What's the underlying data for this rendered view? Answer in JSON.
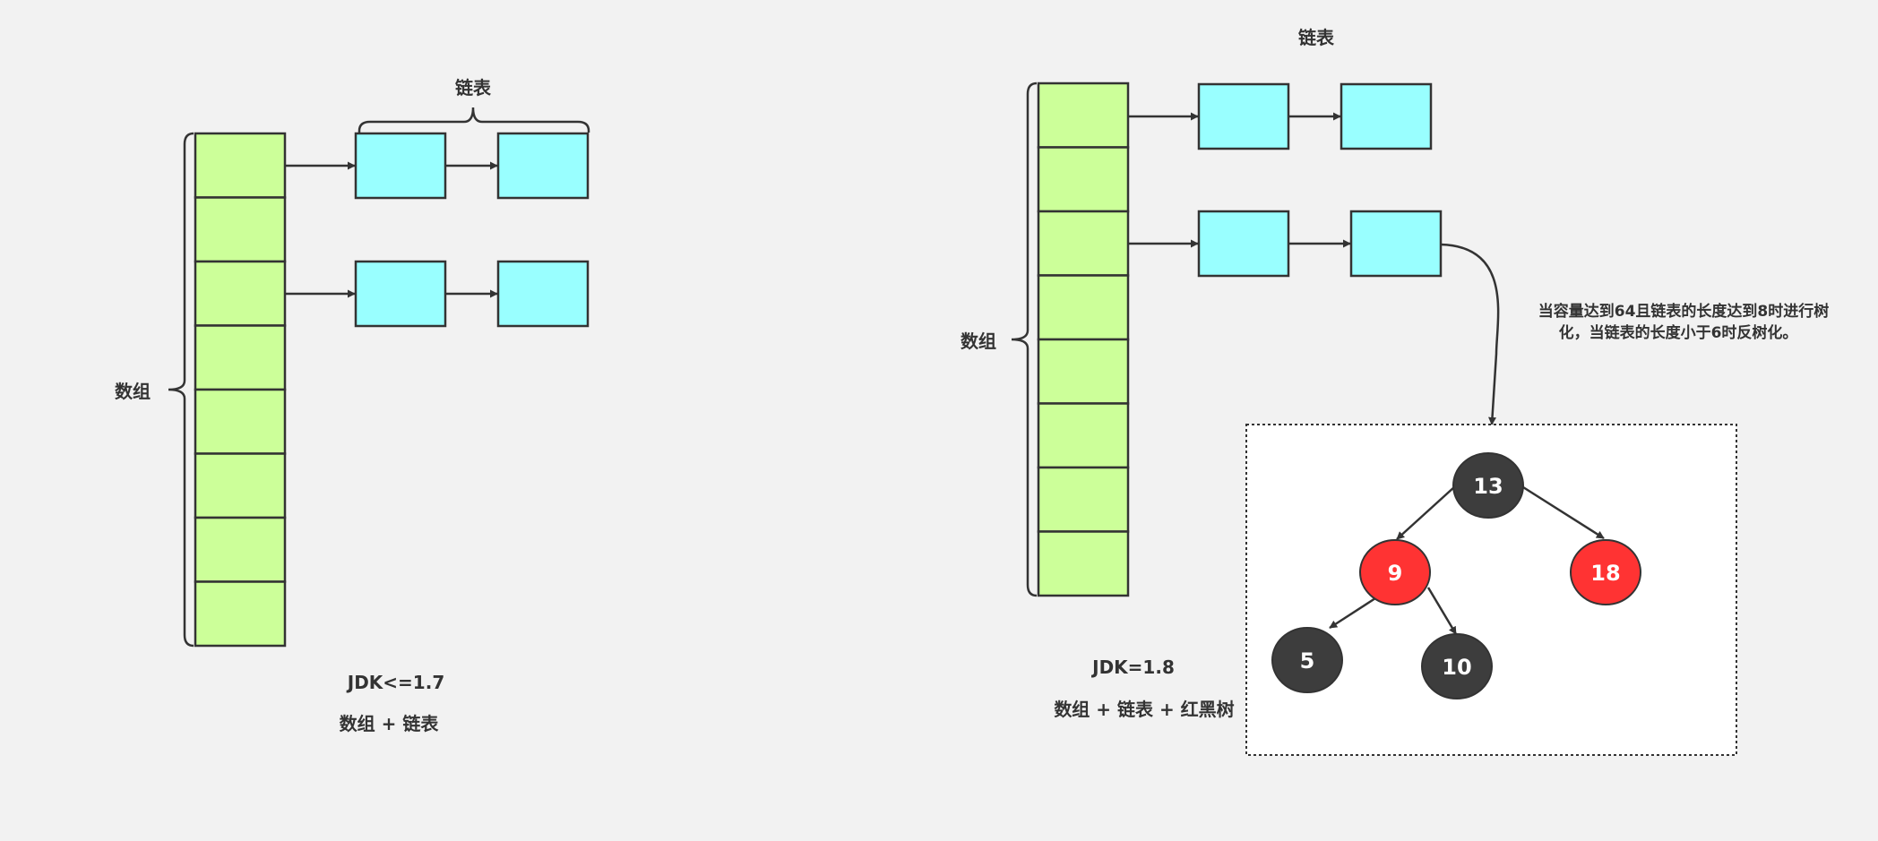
{
  "left": {
    "array_label": "数组",
    "list_label": "链表",
    "version": "JDK<=1.7",
    "structure": "数组 + 链表"
  },
  "right": {
    "array_label": "数组",
    "list_label": "链表",
    "version": "JDK=1.8",
    "structure": "数组 + 链表 + 红黑树",
    "note_line1": "当容量达到64且链表的长度达到8时进行树",
    "note_line2": "化，当链表的长度小于6时反树化。"
  },
  "tree": {
    "nodes": [
      {
        "label": "13",
        "color": "black"
      },
      {
        "label": "9",
        "color": "red"
      },
      {
        "label": "18",
        "color": "red"
      },
      {
        "label": "5",
        "color": "black"
      },
      {
        "label": "10",
        "color": "black"
      }
    ]
  },
  "colors": {
    "array_cell": "#ccff99",
    "list_node": "#99ffff",
    "tree_black": "#3d3d3d",
    "tree_red": "#ff3333",
    "stroke": "#333333",
    "background": "#f2f2f2"
  }
}
